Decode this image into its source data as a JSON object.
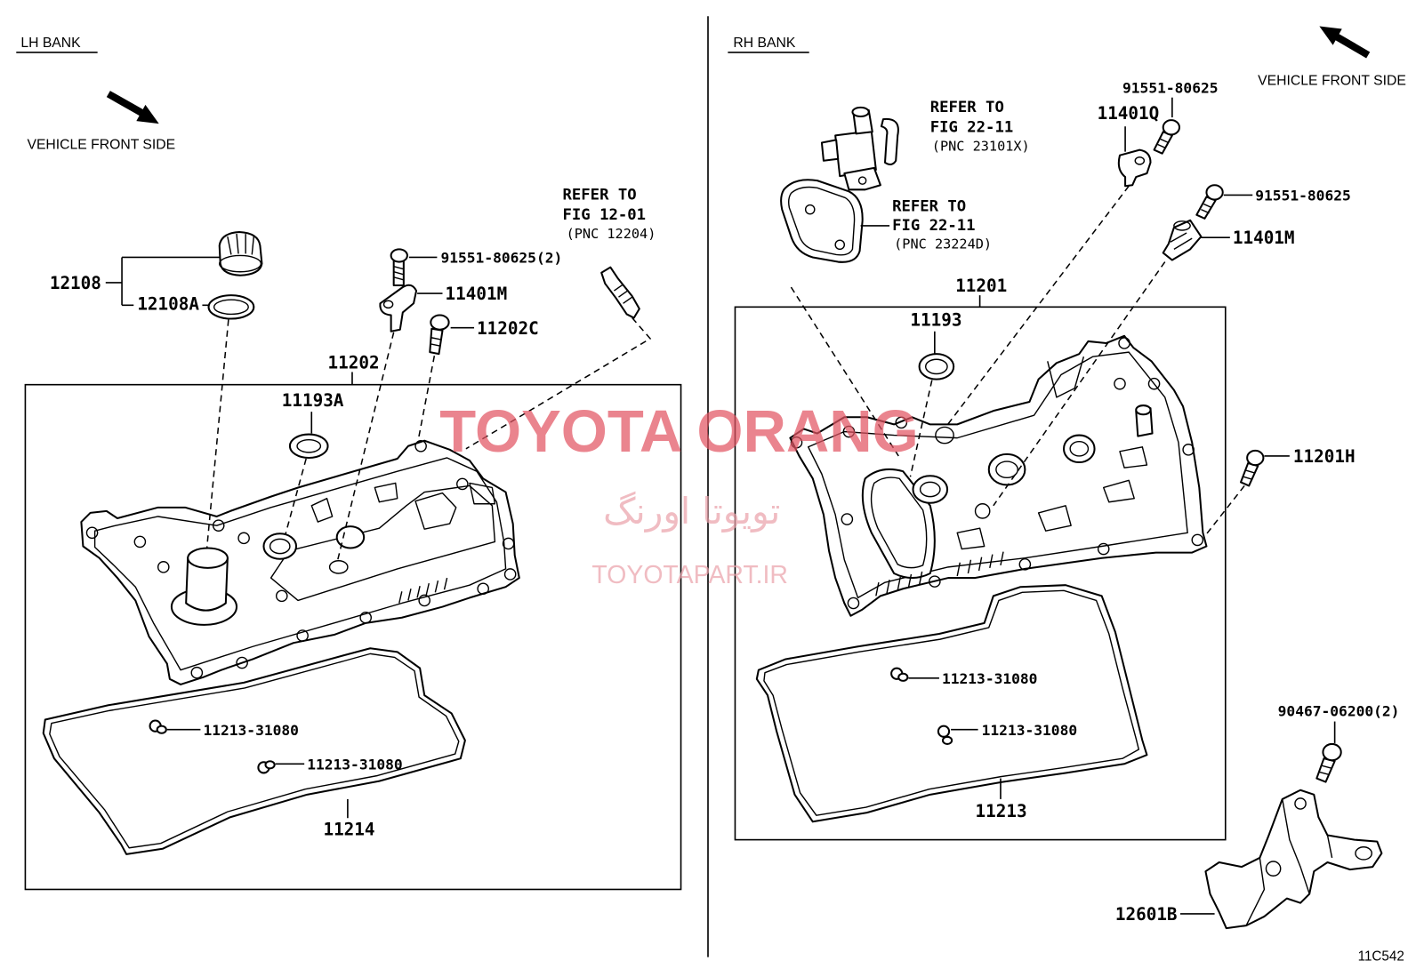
{
  "lh": {
    "title": "LH BANK",
    "front_label": "VEHICLE FRONT SIDE",
    "oil_filler_cap": "12108",
    "oil_filler_gasket": "12108A",
    "sensor_bolt": "91551-80625(2)",
    "cam_sensor": "11401M",
    "cover_bolt": "11202C",
    "cover": "11202",
    "plug_seal": "11193A",
    "refer": [
      "REFER TO",
      "FIG 12-01",
      "(PNC 12204)"
    ],
    "grommets": [
      "11213-31080",
      "11213-31080"
    ],
    "gasket": "11214"
  },
  "rh": {
    "title": "RH BANK",
    "front_label": "VEHICLE FRONT SIDE",
    "refer_valve": [
      "REFER TO",
      "FIG 22-11",
      "(PNC 23101X)"
    ],
    "refer_gasket": [
      "REFER TO",
      "FIG 22-11",
      "(PNC 23224D)"
    ],
    "sensor_bolt_upper": "91551-80625",
    "sensor_upper": "11401Q",
    "sensor_bolt_lower": "91551-80625",
    "sensor_lower": "11401M",
    "cover": "11201",
    "plug_seal": "11193",
    "cover_bolt": "11201H",
    "grommets": [
      "11213-31080",
      "11213-31080"
    ],
    "gasket": "11213",
    "bracket_bolt": "90467-06200(2)",
    "bracket": "12601B"
  },
  "watermark": {
    "brand": "TOYOTA ORANG",
    "brand_fa": "تویوتا اورنگ",
    "site": "TOYOTAPART.IR"
  },
  "figure_code": "11C542",
  "colors": {
    "line": "#000000",
    "background": "#ffffff",
    "watermark": "#e25563",
    "watermark_light": "#eba3ab"
  },
  "icons": {
    "front_arrow": "arrow-icon"
  }
}
